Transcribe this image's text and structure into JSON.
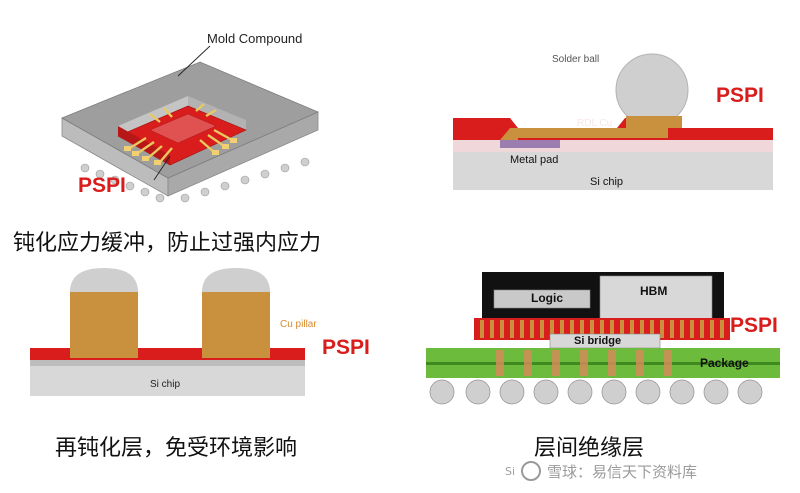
{
  "panel_a": {
    "label_mold": "Mold Compound",
    "label_pspi": "PSPI",
    "caption": "钝化应力缓冲，防止过强内应力"
  },
  "panel_b": {
    "label_solder": "Solder ball",
    "label_rdl": "RDL Cu",
    "label_metal": "Metal pad",
    "label_chip": "Si chip",
    "label_pspi": "PSPI"
  },
  "panel_c": {
    "label_pillar": "Cu pillar",
    "label_chip": "Si chip",
    "label_pspi": "PSPI",
    "caption": "再钝化层，免受环境影响"
  },
  "panel_d": {
    "label_logic": "Logic",
    "label_hbm": "HBM",
    "label_bridge": "Si bridge",
    "label_package": "Package",
    "label_pspi": "PSPI",
    "caption": "层间绝缘层"
  },
  "watermark": {
    "prefix": "Si",
    "brand": "雪球：易信天下资料库"
  },
  "colors": {
    "pspi_red": "#d91c1c",
    "copper": "#c9913e",
    "silicon": "#d8d8d8",
    "mold": "#9e9e9e",
    "package_green": "#6dbb3c"
  }
}
